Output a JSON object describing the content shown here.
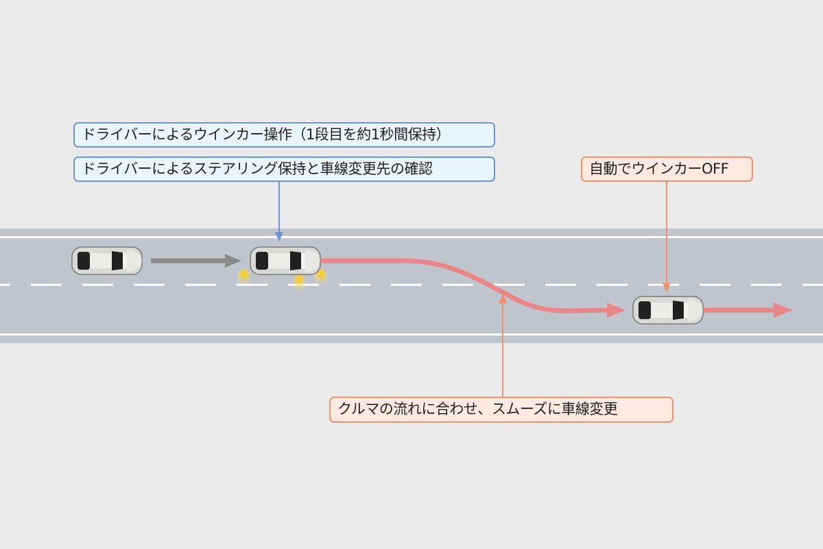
{
  "labels": {
    "turn_signal_operation": "ドライバーによるウインカー操作（1段目を約1秒間保持）",
    "steering_check": "ドライバーによるステアリング保持と車線変更先の確認",
    "auto_signal_off": "自動でウインカーOFF",
    "smooth_lane_change": "クルマの流れに合わせ、スムーズに車線変更"
  },
  "colors": {
    "background": "#ebebeb",
    "road": "#c1c5cd",
    "blue_accent": "#6f95d3",
    "orange_accent": "#ee9170",
    "path": "#e8878a"
  }
}
